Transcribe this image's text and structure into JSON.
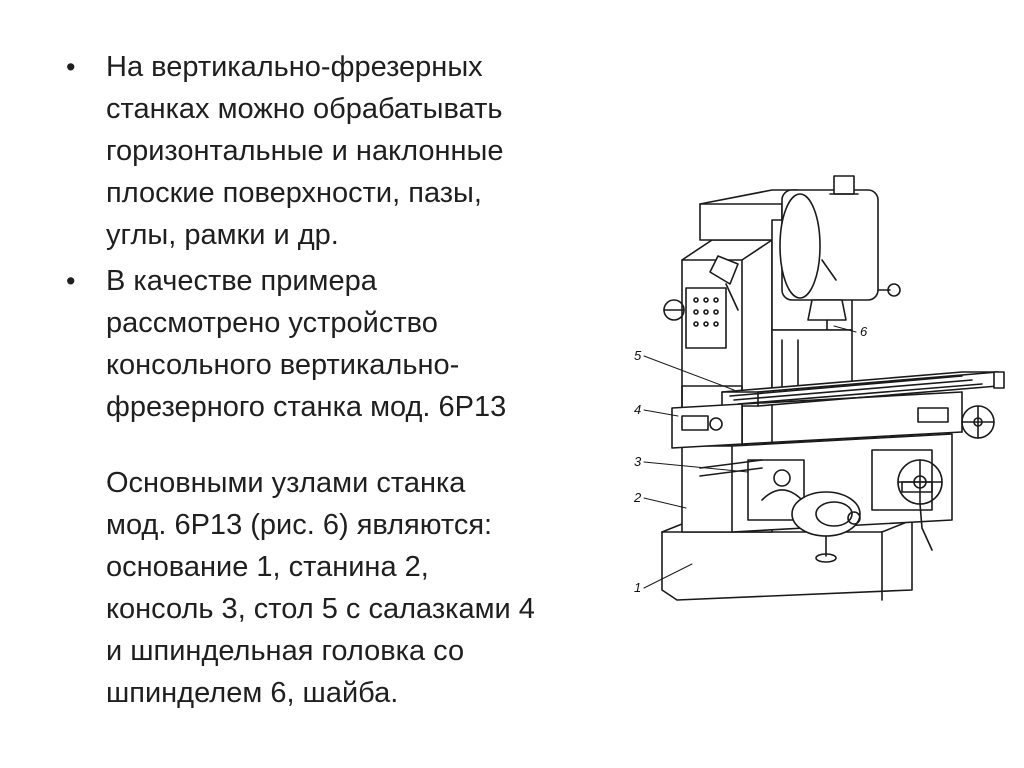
{
  "bullets": [
    {
      "lines": [
        "На вертикально-фрезерных",
        "станках можно обрабатывать",
        "горизонтальные и наклонные",
        "плоские поверхности, пазы,",
        "углы, рамки и др."
      ]
    },
    {
      "lines": [
        "В качестве примера",
        "рассмотрено устройство",
        "консольного вертикально-",
        "фрезерного станка мод. 6Р13"
      ]
    }
  ],
  "paragraph": {
    "lines": [
      "Основными узлами станка",
      "мод. 6Р13 (рис. 6) являются:",
      "основание 1, станина 2,",
      "консоль 3, стол 5 с салазками 4",
      "и шпиндельная головка со",
      "шпинделем 6, шайба."
    ]
  },
  "figure": {
    "labels": [
      "1",
      "2",
      "3",
      "4",
      "5",
      "6"
    ]
  }
}
